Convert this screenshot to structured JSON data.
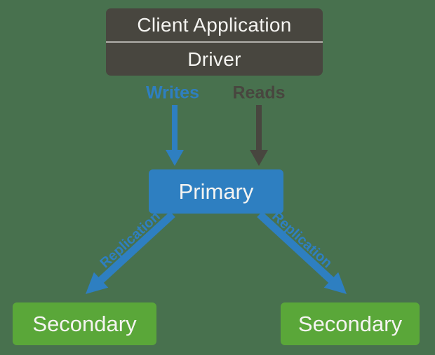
{
  "colors": {
    "background": "#48714E",
    "dark_gray": "#48463F",
    "blue": "#2E7FC1",
    "green": "#5AA739",
    "divider": "#B2B0AB",
    "text_light": "#F5F4F1"
  },
  "client_box": {
    "title": "Client Application",
    "subtitle": "Driver"
  },
  "flow_labels": {
    "writes": "Writes",
    "reads": "Reads"
  },
  "primary": {
    "label": "Primary"
  },
  "secondaries": [
    {
      "label": "Secondary"
    },
    {
      "label": "Secondary"
    }
  ],
  "replication_labels": {
    "left": "Replication",
    "right": "Replication"
  },
  "arrows": [
    {
      "name": "writes-arrow",
      "from": "Client Application / Driver",
      "to": "Primary",
      "color": "#2E7FC1"
    },
    {
      "name": "reads-arrow",
      "from": "Client Application / Driver",
      "to": "Primary",
      "color": "#48463F"
    },
    {
      "name": "replication-arrow-left",
      "from": "Primary",
      "to": "Secondary",
      "color": "#2E7FC1"
    },
    {
      "name": "replication-arrow-right",
      "from": "Primary",
      "to": "Secondary",
      "color": "#2E7FC1"
    }
  ]
}
